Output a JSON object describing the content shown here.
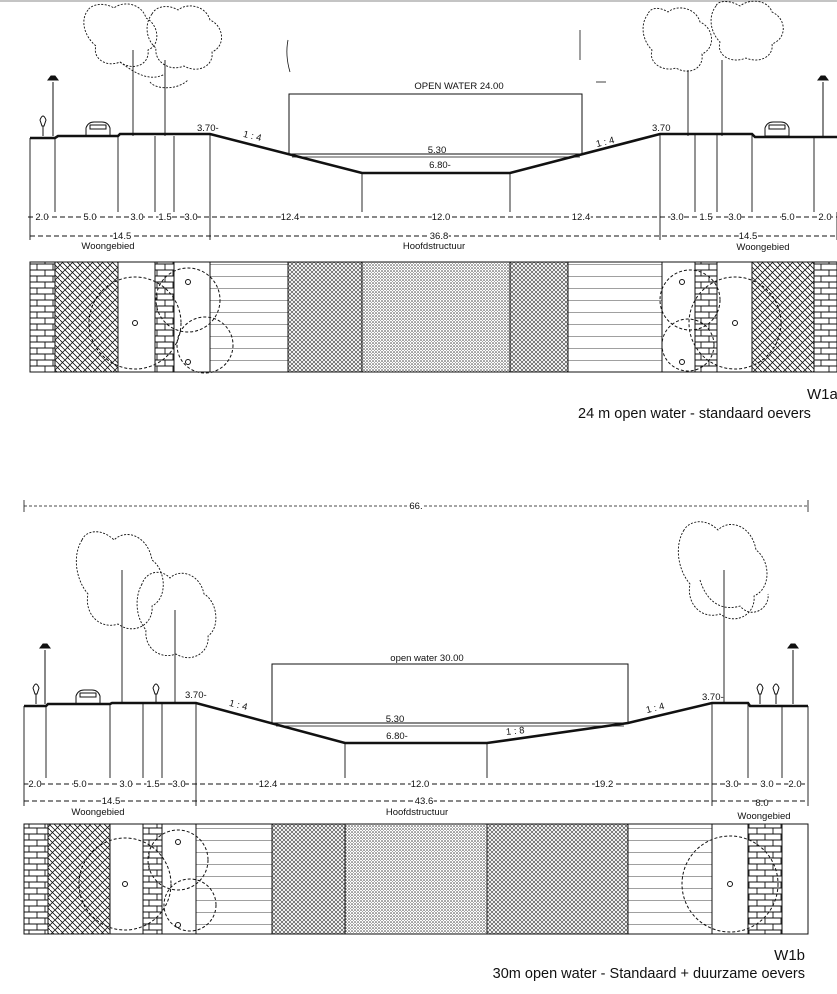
{
  "sections": [
    {
      "code": "W1a",
      "caption": "24 m open water - standaard oevers",
      "water_label": "OPEN WATER 24.00",
      "levels": {
        "water": "5.30",
        "bottom": "6.80-",
        "left_bank": "3.70-",
        "right_bank": "3.70"
      },
      "slopes": {
        "left": "1 : 4",
        "right": "1 : 4"
      },
      "dims": [
        "2.0",
        "5.0",
        "3.0",
        "1.5",
        "3.0",
        "12.4",
        "12.0",
        "12.4",
        "3.0",
        "1.5",
        "3.0",
        "5.0",
        "2.0"
      ],
      "totals": {
        "left": "14.5",
        "middle": "36.8",
        "right": "14.5"
      },
      "zones": {
        "left": "Woongebied",
        "middle": "Hoofdstructuur",
        "right": "Woongebied"
      }
    },
    {
      "code": "W1b",
      "caption": "30m open water - Standaard + duurzame oevers",
      "overall": "66.",
      "water_label": "open water 30.00",
      "levels": {
        "water": "5.30",
        "bottom": "6.80-",
        "left_bank": "3.70-",
        "right_bank": "3.70-"
      },
      "slopes": {
        "left": "1 : 4",
        "right": "1 : 4",
        "inner": "1 : 8"
      },
      "dims": [
        "2.0",
        "5.0",
        "3.0",
        "1.5",
        "3.0",
        "12.4",
        "12.0",
        "19.2",
        "3.0",
        "3.0",
        "2.0"
      ],
      "totals": {
        "left": "14.5",
        "middle": "43.6",
        "right": "8.0"
      },
      "zones": {
        "left": "Woongebied",
        "middle": "Hoofdstructuur",
        "right": "Woongebied"
      }
    }
  ],
  "colors": {
    "ink": "#111111",
    "paper": "#ffffff"
  }
}
